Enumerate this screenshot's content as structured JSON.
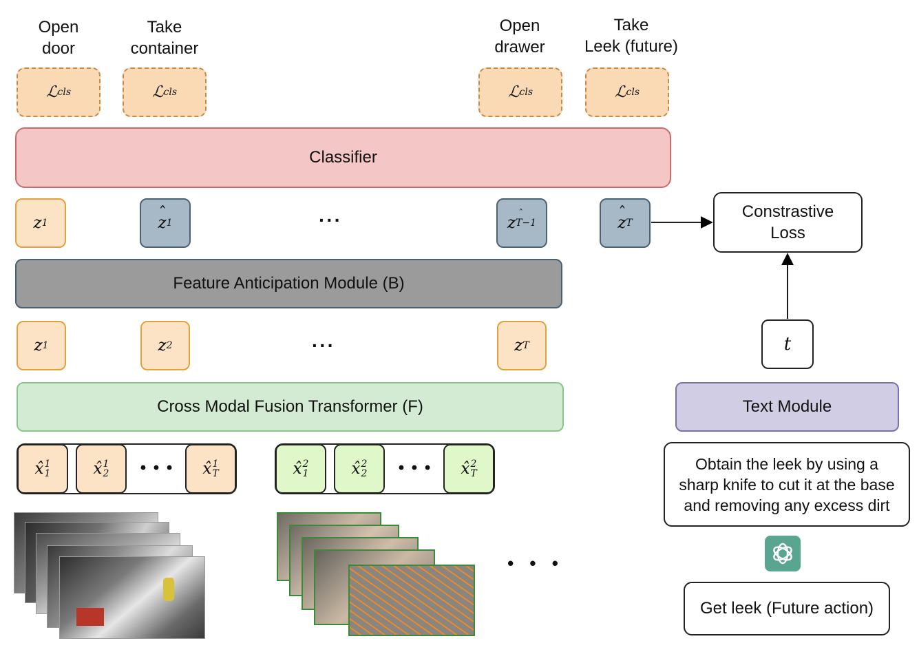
{
  "top_labels": [
    "Open\ndoor",
    "Take\ncontainer",
    "Open\ndrawer",
    "Take\nLeek (future)"
  ],
  "loss_symbol": "ℒ",
  "loss_subscript": "cls",
  "classifier": "Classifier",
  "feature_anticipation": "Feature Anticipation Module (B)",
  "cross_modal": "Cross Modal Fusion Transformer (F)",
  "z_var": "z",
  "z_sub": {
    "one": "1",
    "two": "2",
    "T": "T",
    "Tm1": "T−1"
  },
  "x_var": "x̂",
  "x_sup": {
    "one": "1",
    "two": "2"
  },
  "ellipsis_small": "···",
  "ellipsis_big": "• • •",
  "contrastive_loss": "Constrastive\nLoss",
  "t_symbol": "t",
  "text_module": "Text Module",
  "description": "Obtain the leek by using a\nsharp knife to cut it at the base\nand removing any excess dirt",
  "future_action": "Get leek (Future action)",
  "colors": {
    "orange": "#fde3c6",
    "green": "#dff7c9",
    "slate": "#a7b8c7",
    "red": "#f4c6c5",
    "purple": "#d0cde4",
    "gpt": "#5aa58f"
  }
}
